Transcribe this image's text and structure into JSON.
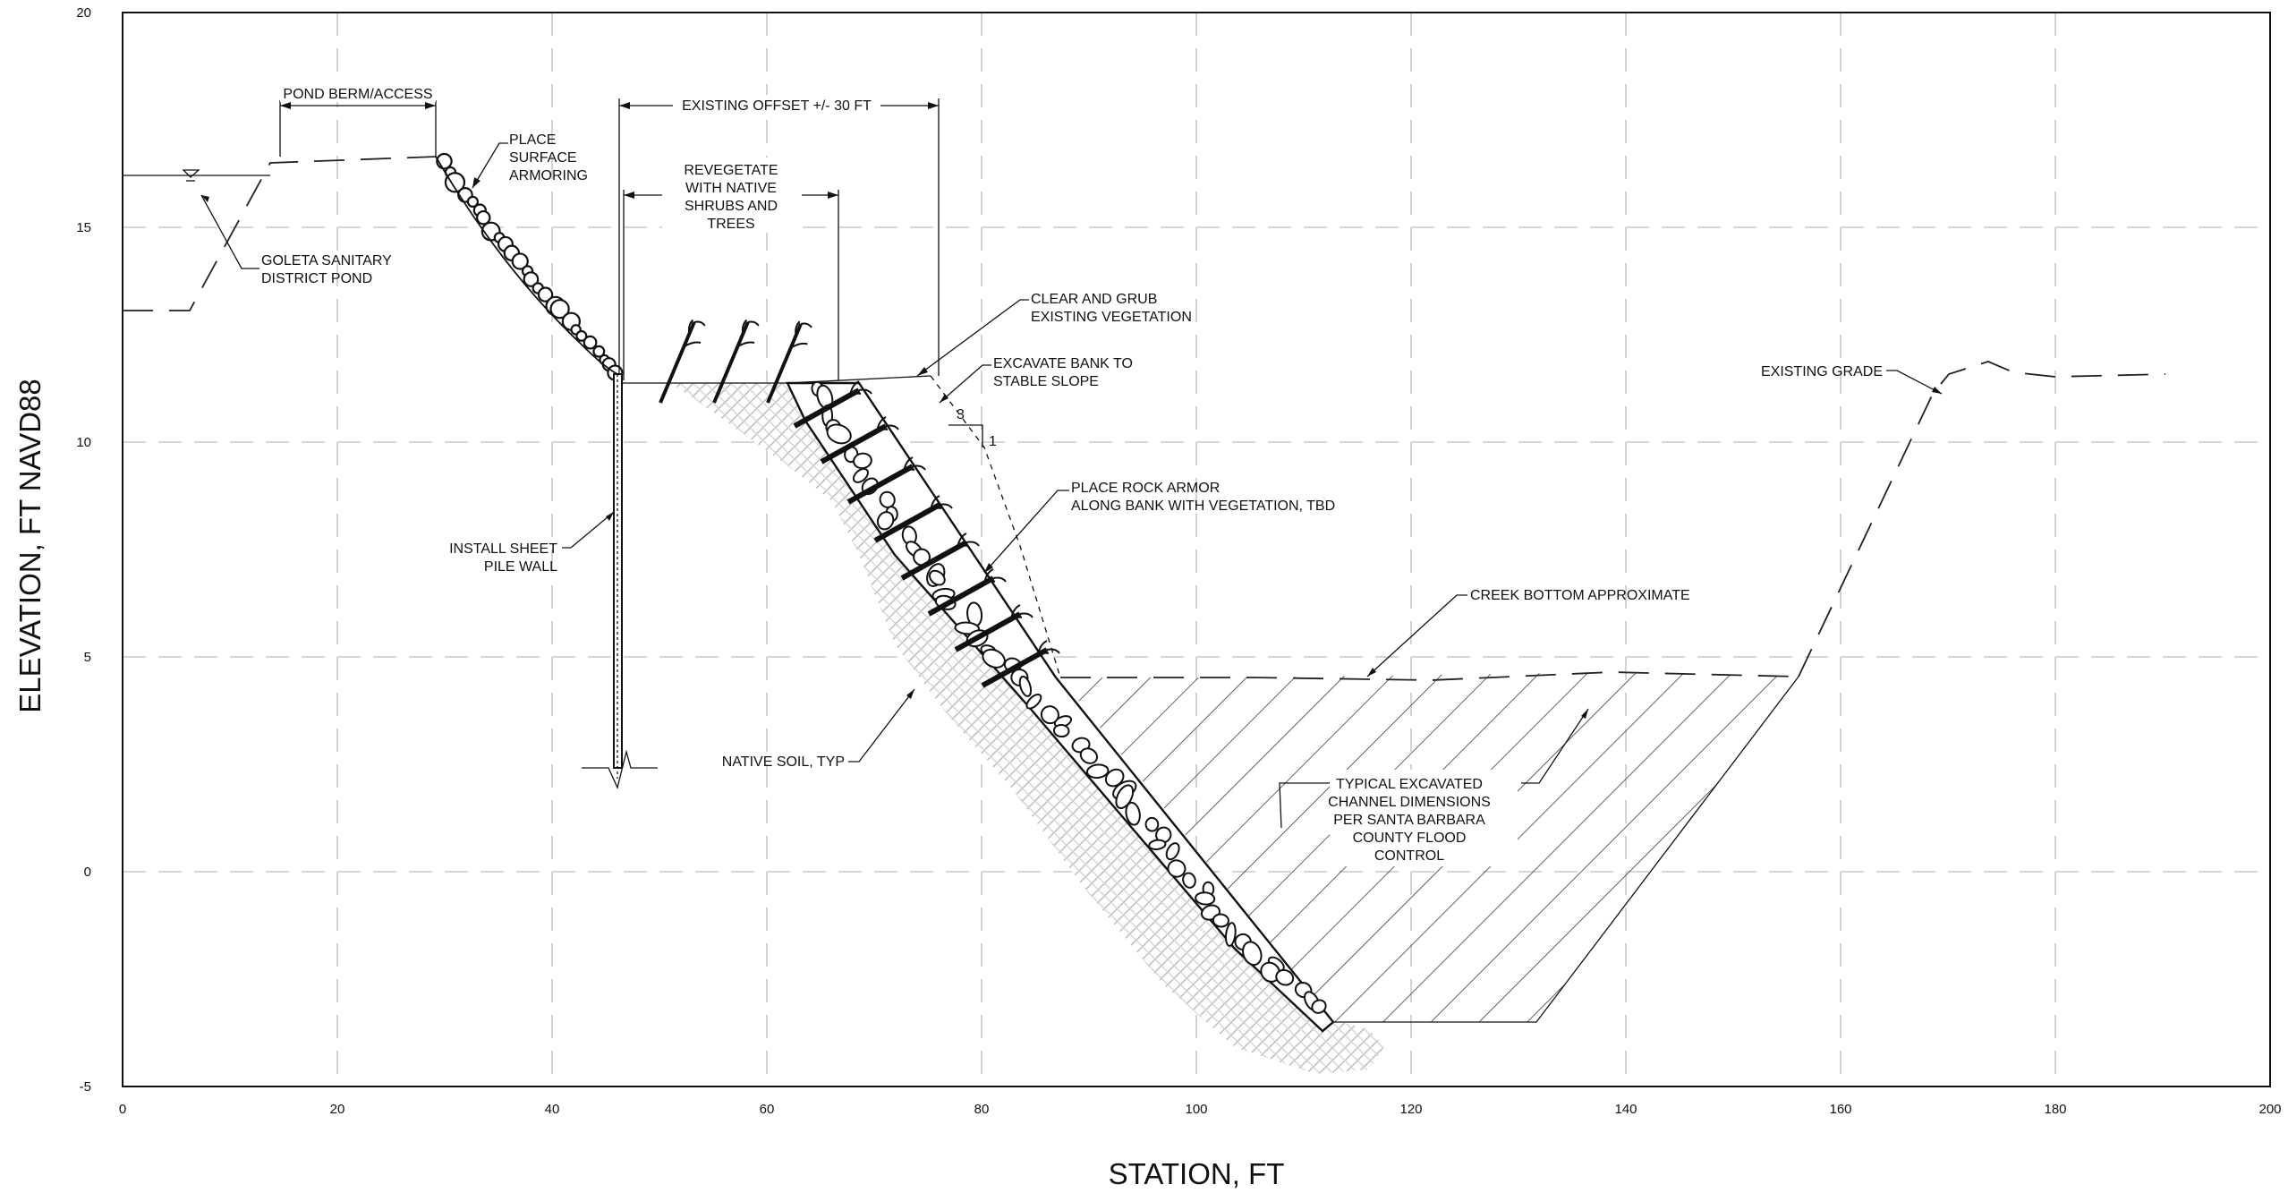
{
  "axes": {
    "x_title": "STATION, FT",
    "y_title": "ELEVATION, FT NAVD88",
    "x_ticks": [
      "0",
      "20",
      "40",
      "60",
      "80",
      "100",
      "120",
      "140",
      "160",
      "180",
      "200"
    ],
    "y_ticks": [
      "20",
      "15",
      "10",
      "5",
      "0",
      "-5"
    ],
    "x_range": [
      0,
      200
    ],
    "y_range": [
      -5,
      20
    ]
  },
  "labels": {
    "pond_berm": "POND BERM/ACCESS",
    "existing_offset": "EXISTING OFFSET +/- 30 FT",
    "place_surface": [
      "PLACE",
      "SURFACE",
      "ARMORING"
    ],
    "revegetate": [
      "REVEGETATE",
      "WITH NATIVE",
      "SHRUBS AND",
      "TREES"
    ],
    "goleta_pond": [
      "GOLETA SANITARY",
      "DISTRICT POND"
    ],
    "clear_grub": [
      "CLEAR AND GRUB",
      "EXISTING VEGETATION"
    ],
    "excavate_bank": [
      "EXCAVATE BANK TO",
      "STABLE SLOPE"
    ],
    "slope_run": "3",
    "slope_rise": "1",
    "rock_armor": [
      "PLACE ROCK ARMOR",
      "ALONG  BANK WITH VEGETATION, TBD"
    ],
    "sheet_pile": [
      "INSTALL SHEET",
      "PILE WALL"
    ],
    "existing_grade": "EXISTING GRADE",
    "creek_bottom": "CREEK BOTTOM APPROXIMATE",
    "native_soil": "NATIVE SOIL, TYP",
    "typical_channel": [
      "TYPICAL EXCAVATED",
      "CHANNEL DIMENSIONS",
      "PER SANTA BARBARA",
      "COUNTY FLOOD",
      "CONTROL"
    ]
  }
}
